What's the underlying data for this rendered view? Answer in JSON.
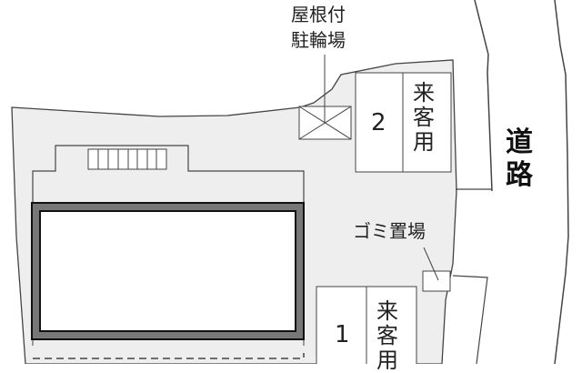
{
  "map": {
    "colors": {
      "site_fill": "#eeeeee",
      "outline": "#444444",
      "building_wall": "#777777",
      "building_inner": "#ffffff",
      "road_fill": "#ffffff"
    },
    "labels": {
      "covered_bike_parking": [
        "屋根付",
        "駐輪場"
      ],
      "road": [
        "道",
        "路"
      ],
      "trash_area": "ゴミ置場"
    },
    "parking_slots": [
      {
        "number": "2",
        "type_label": [
          "来",
          "客",
          "用"
        ]
      },
      {
        "number": "1",
        "type_label": [
          "来",
          "客",
          "用"
        ]
      }
    ],
    "icons": {
      "bike_parking": "crossed-box-icon",
      "stairs": "stairs-icon",
      "trash": "trash-box-icon"
    }
  }
}
